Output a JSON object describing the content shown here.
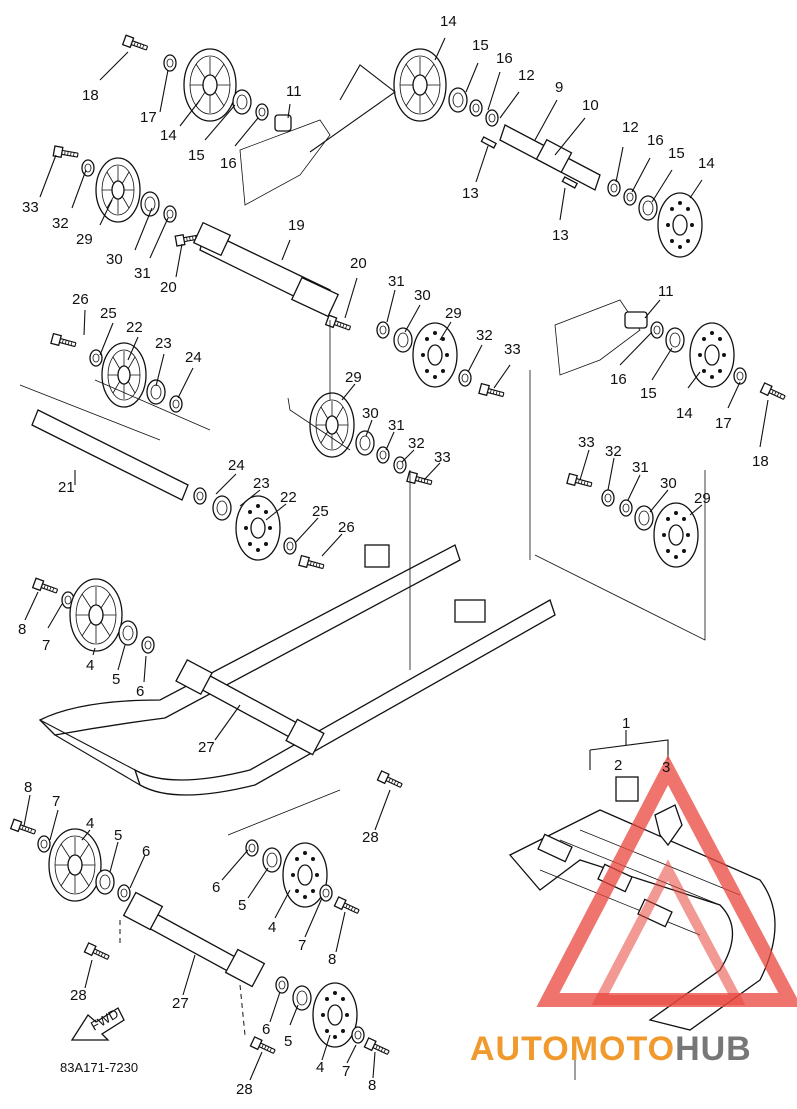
{
  "diagram_code": "83A171-7230",
  "fwd_label": "FWD",
  "watermark": {
    "part1": "AUTOMOTO",
    "part2": "HUB",
    "color_red": "#e8463c",
    "color_grey": "#777777"
  },
  "callouts": {
    "c1": "1",
    "c2": "2",
    "c3": "3",
    "c4a": "4",
    "c4b": "4",
    "c4c": "4",
    "c4d": "4",
    "c5a": "5",
    "c5b": "5",
    "c5c": "5",
    "c5d": "5",
    "c6a": "6",
    "c6b": "6",
    "c6c": "6",
    "c6d": "6",
    "c7a": "7",
    "c7b": "7",
    "c7c": "7",
    "c7d": "7",
    "c8a": "8",
    "c8b": "8",
    "c8c": "8",
    "c8d": "8",
    "c9": "9",
    "c10": "10",
    "c11a": "11",
    "c11b": "11",
    "c12a": "12",
    "c12b": "12",
    "c13a": "13",
    "c13b": "13",
    "c14a": "14",
    "c14b": "14",
    "c14c": "14",
    "c14d": "14",
    "c15a": "15",
    "c15b": "15",
    "c15c": "15",
    "c15d": "15",
    "c16a": "16",
    "c16b": "16",
    "c16c": "16",
    "c16d": "16",
    "c17a": "17",
    "c17b": "17",
    "c18a": "18",
    "c18b": "18",
    "c19": "19",
    "c20a": "20",
    "c20b": "20",
    "c21": "21",
    "c22a": "22",
    "c22b": "22",
    "c23a": "23",
    "c23b": "23",
    "c24a": "24",
    "c24b": "24",
    "c25a": "25",
    "c25b": "25",
    "c26a": "26",
    "c26b": "26",
    "c27a": "27",
    "c27b": "27",
    "c28a": "28",
    "c28b": "28",
    "c28c": "28",
    "c29a": "29",
    "c29b": "29",
    "c29c": "29",
    "c29d": "29",
    "c30a": "30",
    "c30b": "30",
    "c30c": "30",
    "c30d": "30",
    "c31a": "31",
    "c31b": "31",
    "c31c": "31",
    "c31d": "31",
    "c32a": "32",
    "c32b": "32",
    "c32c": "32",
    "c32d": "32",
    "c33a": "33",
    "c33b": "33",
    "c33c": "33",
    "c33d": "33"
  }
}
